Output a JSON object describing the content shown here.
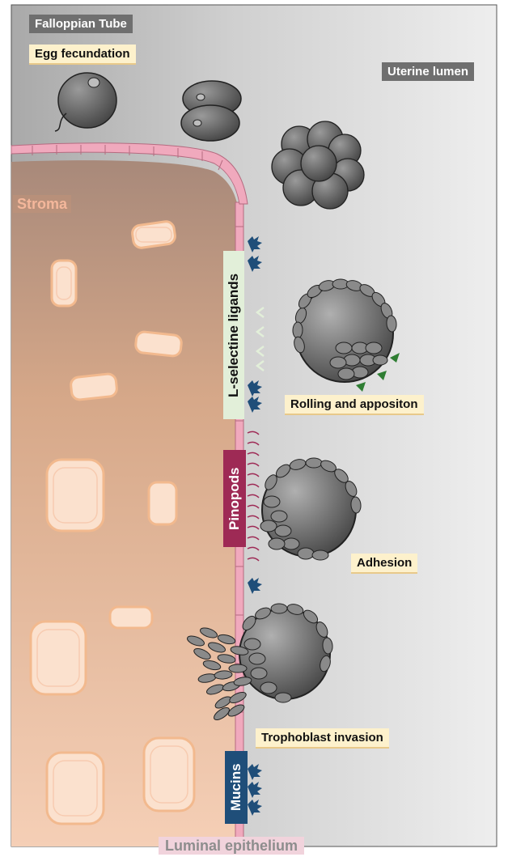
{
  "labels": {
    "fallopian_tube": "Falloppian Tube",
    "egg_fecundation": "Egg fecundation",
    "uterine_lumen": "Uterine lumen",
    "stroma": "Stroma",
    "l_selectine_ligands": "L-selectine ligands",
    "rolling_apposition": "Rolling and appositon",
    "pinopods": "Pinopods",
    "adhesion": "Adhesion",
    "trophoblast_invasion": "Trophoblast invasion",
    "mucins": "Mucins",
    "luminal_epithelium": "Luminal epithelium"
  },
  "colors": {
    "lumen": "#dcdcdc",
    "stroma": "#e6b79a",
    "epithelium": "#f0a9bd",
    "stromal_cell": "#fbe1ce",
    "mucins": "#1f4e79",
    "pinopods": "#9e2a55",
    "l_selectine": "#e2efd9",
    "selectin_marker": "#2e7d32",
    "cell": "#555555"
  }
}
